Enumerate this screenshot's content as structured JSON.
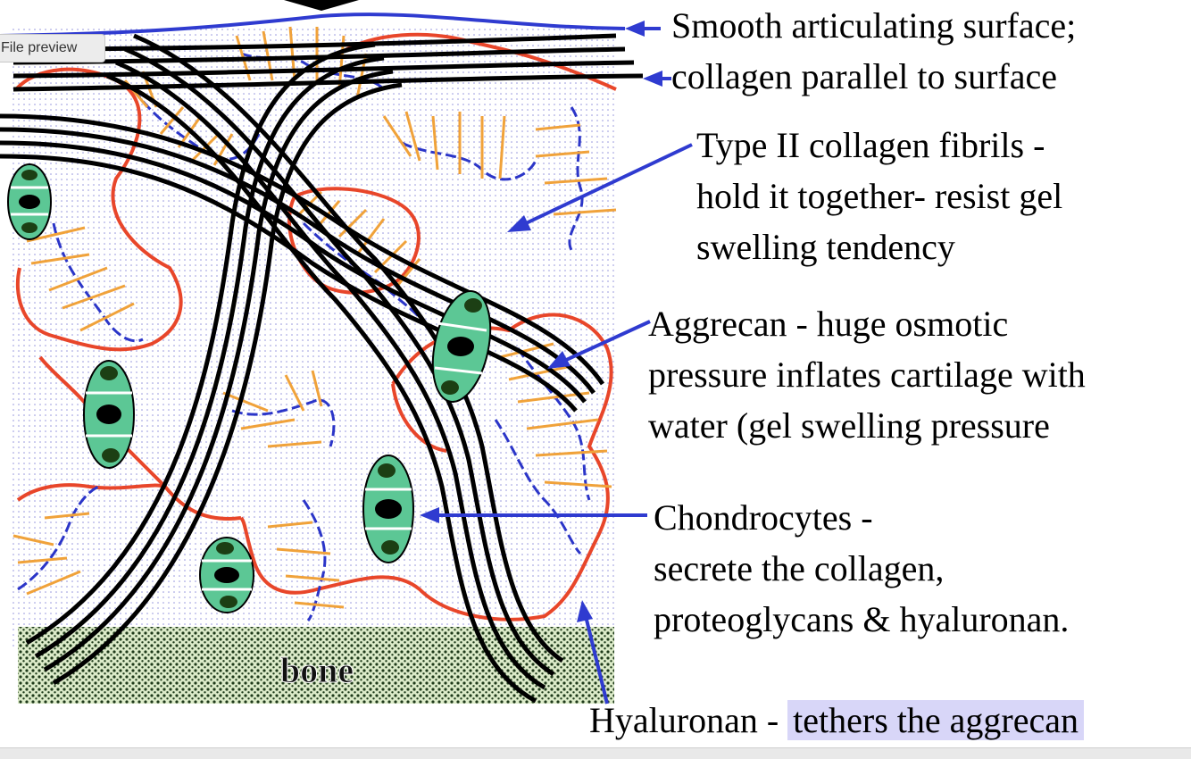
{
  "preview_tab": {
    "label": "File preview"
  },
  "bone_label": "bone",
  "labels": {
    "surface": [
      "Smooth articulating surface;",
      "collagen parallel to surface"
    ],
    "collagen": [
      "Type II collagen fibrils -",
      "hold it together- resist gel",
      "swelling tendency"
    ],
    "aggrecan": [
      "Aggrecan - huge osmotic",
      "pressure inflates cartilage with",
      "water (gel swelling pressure"
    ],
    "chondrocytes": [
      "Chondrocytes -",
      "secrete the collagen,",
      "proteoglycans & hyaluronan."
    ],
    "hyaluronan_prefix": "Hyaluronan - ",
    "hyaluronan_highlight": "tethers the aggrecan"
  },
  "colors": {
    "surface_line": "#2f3bd0",
    "arrow": "#2f3bd0",
    "aggrecan_boundary": "#e8462a",
    "aggrecan_spines": "#f0a23a",
    "hyaluronan_backbone": "#2b35c8",
    "collagen_fibril": "#000000",
    "chondrocyte_fill": "#5cc795",
    "chondrocyte_nucleus": "#1c3f14",
    "bone_fill": "#d9ecc7",
    "highlight": "#d8d6f8"
  }
}
